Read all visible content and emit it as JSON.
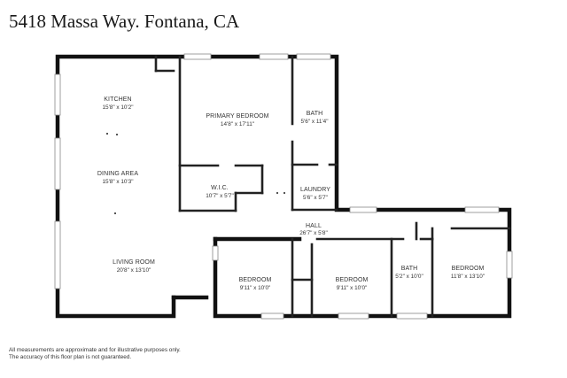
{
  "title": "5418 Massa Way. Fontana, CA",
  "rooms": [
    {
      "name": "KITCHEN",
      "dims": "15'8\" x 10'2\""
    },
    {
      "name": "DINING AREA",
      "dims": "15'8\" x 10'3\""
    },
    {
      "name": "LIVING ROOM",
      "dims": "20'8\" x 13'10\""
    },
    {
      "name": "PRIMARY BEDROOM",
      "dims": "14'8\" x 17'11\""
    },
    {
      "name": "BATH",
      "dims": "5'6\" x 11'4\""
    },
    {
      "name": "W.I.C.",
      "dims": "10'7\" x 5'7\""
    },
    {
      "name": "LAUNDRY",
      "dims": "5'6\" x 5'7\""
    },
    {
      "name": "HALL",
      "dims": "26'7\" x 5'8\""
    },
    {
      "name": "BEDROOM",
      "dims": "9'11\" x 10'0\""
    },
    {
      "name": "BEDROOM",
      "dims": "9'11\" x 10'0\""
    },
    {
      "name": "BATH",
      "dims": "5'2\" x 10'0\""
    },
    {
      "name": "BEDROOM",
      "dims": "11'8\" x 13'10\""
    }
  ],
  "disclaimer": {
    "line1": "All measurements are approximate and for illustrative purposes only.",
    "line2": "The accuracy of this floor plan is not guaranteed."
  }
}
